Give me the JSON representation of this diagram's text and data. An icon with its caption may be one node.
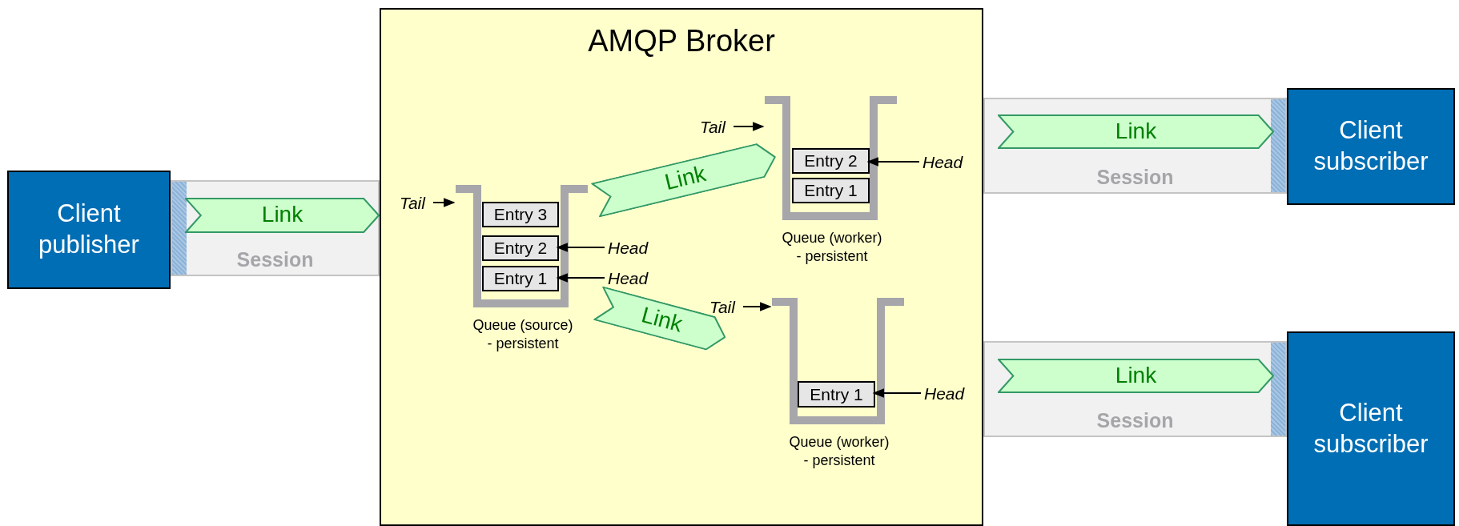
{
  "diagram": {
    "nodes": [
      {
        "text": [
          "Client publisher"
        ]
      },
      {
        "text": [
          "Session"
        ]
      },
      {
        "text": [
          "Link"
        ],
        "in": 1
      },
      {
        "text": [
          "AMQP Broker"
        ]
      },
      {
        "text": [
          "Tail"
        ],
        "in": 3
      },
      {
        "text": [
          "Queue (source) - persistent"
        ],
        "in": 3
      },
      {
        "text": [
          "Entry 3"
        ],
        "in": 5
      },
      {
        "text": [
          "Entry 2"
        ],
        "in": 5
      },
      {
        "text": [
          "Entry 1"
        ],
        "in": 5
      },
      {
        "text": [
          "Head"
        ],
        "in": 3
      },
      {
        "text": [
          "Head"
        ],
        "in": 3
      },
      {
        "text": [
          "Link"
        ],
        "in": 3
      },
      {
        "text": [
          "Tail"
        ],
        "in": 3
      },
      {
        "text": [
          "Queue (worker) - persistent"
        ],
        "in": 3
      },
      {
        "text": [
          "Entry 2"
        ],
        "in": 13
      },
      {
        "text": [
          "Entry 1"
        ],
        "in": 13
      },
      {
        "text": [
          "Head"
        ],
        "in": 3
      },
      {
        "text": [
          "Link"
        ],
        "in": 3
      },
      {
        "text": [
          "Tail"
        ],
        "in": 3
      },
      {
        "text": [
          "Queue (worker) - persistent"
        ],
        "in": 3
      },
      {
        "text": [
          "Entry 1"
        ],
        "in": 19
      },
      {
        "text": [
          "Head"
        ],
        "in": 3
      },
      {
        "text": [
          "Session"
        ]
      },
      {
        "text": [
          "Link"
        ],
        "in": 22
      },
      {
        "text": [
          "Client subscriber"
        ]
      },
      {
        "text": [
          "Session"
        ]
      },
      {
        "text": [
          "Link"
        ],
        "in": 25
      },
      {
        "text": [
          "Client subscriber"
        ]
      }
    ],
    "edges": [
      {
        "from": 4,
        "to": 5,
        "arrow": "to"
      },
      {
        "from": 9,
        "to": 7,
        "arrow": "to"
      },
      {
        "from": 10,
        "to": 8,
        "arrow": "to"
      },
      {
        "from": 12,
        "to": 13,
        "arrow": "to"
      },
      {
        "from": 16,
        "to": 14,
        "arrow": "to"
      },
      {
        "from": 18,
        "to": 19,
        "arrow": "to"
      },
      {
        "from": 21,
        "to": 20,
        "arrow": "to"
      }
    ]
  }
}
